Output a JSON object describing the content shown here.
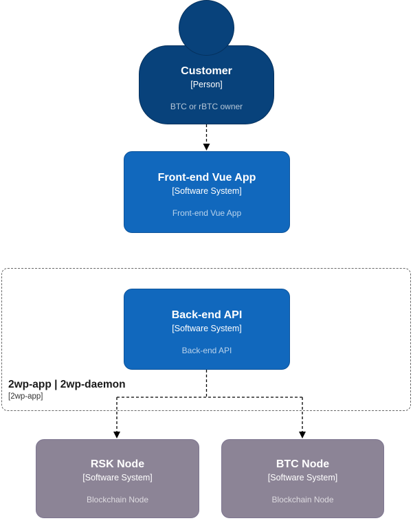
{
  "nodes": {
    "customer": {
      "title": "Customer",
      "type": "[Person]",
      "description": "BTC or rBTC owner",
      "shape": "person",
      "fill": "#08427B"
    },
    "frontend": {
      "title": "Front-end Vue App",
      "type": "[Software System]",
      "description": "Front-end Vue App",
      "shape": "rounded-box",
      "fill": "#1168BD"
    },
    "backend": {
      "title": "Back-end API",
      "type": "[Software System]",
      "description": "Back-end API",
      "shape": "rounded-box",
      "fill": "#1168BD"
    },
    "rsk": {
      "title": "RSK Node",
      "type": "[Software System]",
      "description": "Blockchain Node",
      "shape": "rounded-box",
      "fill": "#8C8496"
    },
    "btc": {
      "title": "BTC Node",
      "type": "[Software System]",
      "description": "Blockchain Node",
      "shape": "rounded-box",
      "fill": "#8C8496"
    }
  },
  "boundary": {
    "title": "2wp-app | 2wp-daemon",
    "subtitle": "[2wp-app]"
  },
  "edges": [
    {
      "from": "customer",
      "to": "frontend",
      "style": "dashed-arrow"
    },
    {
      "from": "backend",
      "to": "rsk",
      "style": "dashed-arrow"
    },
    {
      "from": "backend",
      "to": "btc",
      "style": "dashed-arrow"
    }
  ],
  "colors": {
    "person_fill": "#08427B",
    "software_system_fill": "#1168BD",
    "blockchain_node_fill": "#8C8496",
    "connector": "#000000",
    "boundary_border": "#666666",
    "background": "#FFFFFF",
    "text_primary": "#FFFFFF"
  }
}
